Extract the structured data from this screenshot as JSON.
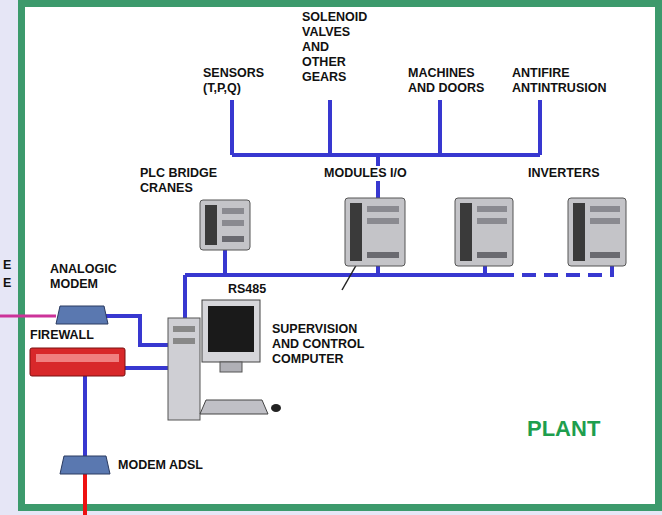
{
  "diagram": {
    "nodes": [
      {
        "text": [
          "PLANT"
        ]
      }
    ],
    "labels": [
      "E",
      "E",
      "SENSORS (T,P,Q)",
      "SOLENOID VALVES AND OTHER GEARS",
      "MACHINES AND DOORS",
      "ANTIFIRE ANTINTRUSION",
      "PLC BRIDGE CRANES",
      "MODULES I/O",
      "INVERTERS",
      "RS485",
      "ANALOGIC MODEM",
      "FIREWALL",
      "SUPERVISION AND CONTROL COMPUTER",
      "MODEM ADSL"
    ]
  }
}
